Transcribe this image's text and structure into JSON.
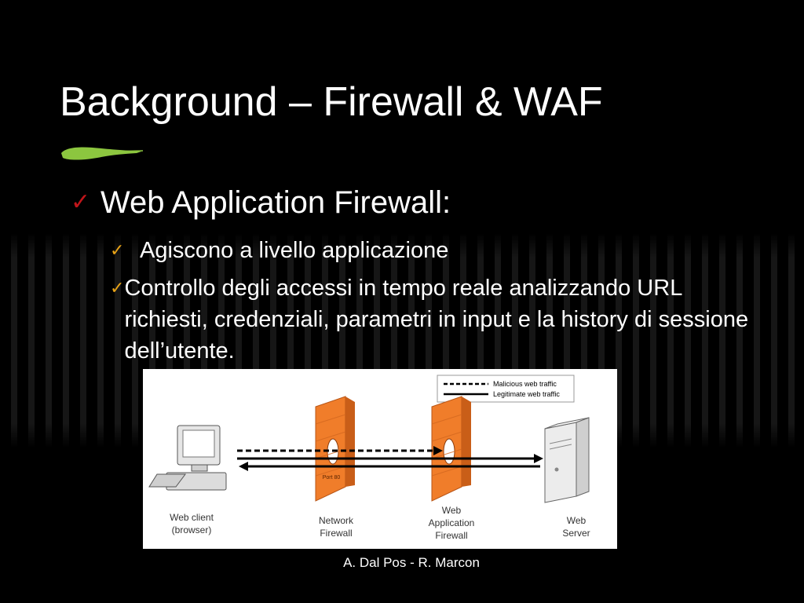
{
  "slide": {
    "title": "Background – Firewall & WAF",
    "heading": "Web Application Firewall:",
    "bullets": [
      "Agiscono a livello applicazione",
      "Controllo degli accessi in tempo reale analizzando URL richiesti, credenziali, parametri in input e la history di sessione dell’utente."
    ],
    "footer": "A. Dal Pos - R. Marcon"
  },
  "diagram": {
    "legend": {
      "malicious": "Malicious web traffic",
      "legitimate": "Legitimate web traffic"
    },
    "nodes": {
      "client_line1": "Web client",
      "client_line2": "(browser)",
      "network_fw_line1": "Network",
      "network_fw_line2": "Firewall",
      "waf_line1": "Web",
      "waf_line2": "Application",
      "waf_line3": "Firewall",
      "server_line1": "Web",
      "server_line2": "Server",
      "port_label": "Port 80"
    }
  },
  "colors": {
    "background": "#000000",
    "heading_check": "#c0151a",
    "bullet_check": "#e8a317",
    "brush_stroke": "#8cc63f",
    "firewall_orange": "#f07d2a"
  },
  "icons": {
    "heading_bullet": "checkmark-icon",
    "sub_bullet": "checkmark-icon"
  }
}
